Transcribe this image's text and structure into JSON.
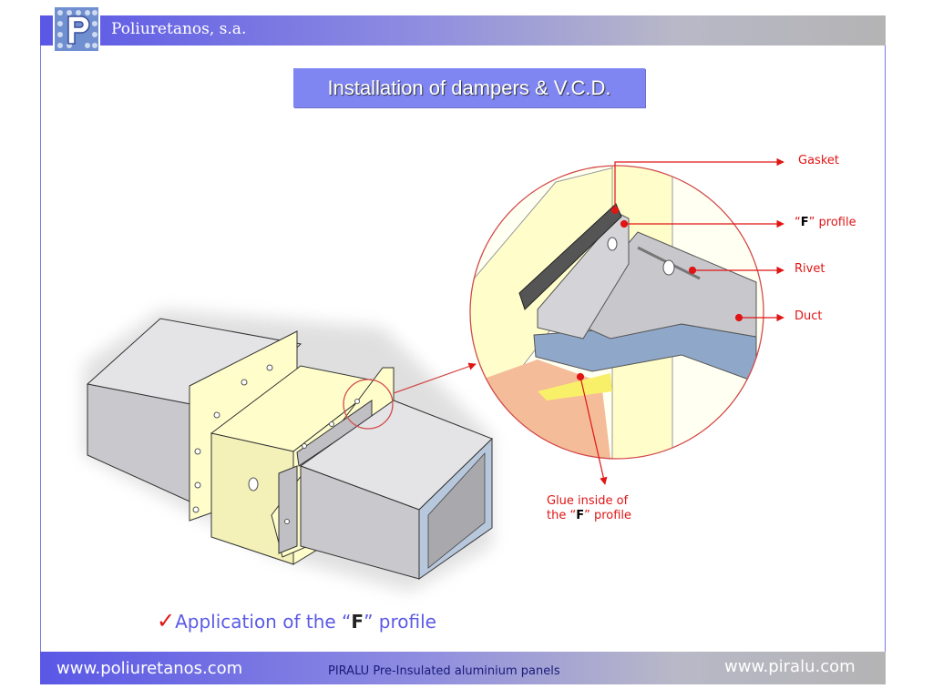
{
  "header": {
    "company": "Poliuretanos, s.a."
  },
  "slide": {
    "title": "Installation of dampers & V.C.D."
  },
  "callouts": {
    "gasket": "Gasket",
    "f_profile_open": "“",
    "f_profile_letter": "F",
    "f_profile_close": "” profile",
    "rivet": "Rivet",
    "duct": "Duct",
    "glue_line1": "Glue inside of",
    "glue_line2_pre": "the “",
    "glue_letter": "F",
    "glue_line2_post": "” profile"
  },
  "caption": {
    "check": "✓",
    "pre": "Application of the “",
    "letter": "F",
    "post": "” profile"
  },
  "footer": {
    "left": "www.poliuretanos.com",
    "middle": "PIRALU Pre-Insulated aluminium panels",
    "right": "www.piralu.com"
  },
  "colors": {
    "accent": "#7f86f2",
    "callout": "#e01515",
    "panel": "#fffecb",
    "duct": "#c8c8cc"
  },
  "icons": {
    "logo": "p-logo-icon",
    "check": "checkmark-icon"
  }
}
